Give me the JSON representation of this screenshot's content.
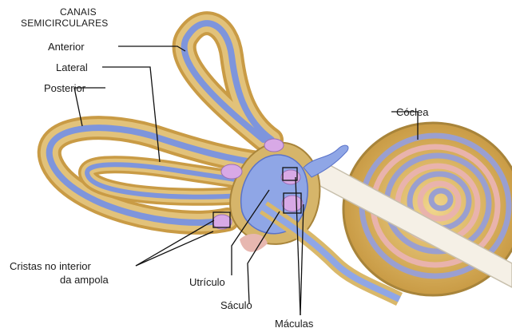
{
  "title": {
    "line1": "CANAIS",
    "line2": "SEMICIRCULARES"
  },
  "labels": {
    "anterior": "Anterior",
    "lateral": "Lateral",
    "posterior": "Posterior",
    "coclea": "Cóclea",
    "cristas_line1": "Cristas no interior",
    "cristas_line2": "da ampola",
    "utriculo": "Utrículo",
    "saculo": "Sáculo",
    "maculas": "Máculas"
  },
  "colors": {
    "bone": "#d9b86a",
    "bone_dark": "#a8843a",
    "membrane": "#8fa6e6",
    "membrane_dark": "#5a73c9",
    "crista": "#d8a9e6",
    "pink": "#e7b7b0",
    "line": "#111111"
  }
}
